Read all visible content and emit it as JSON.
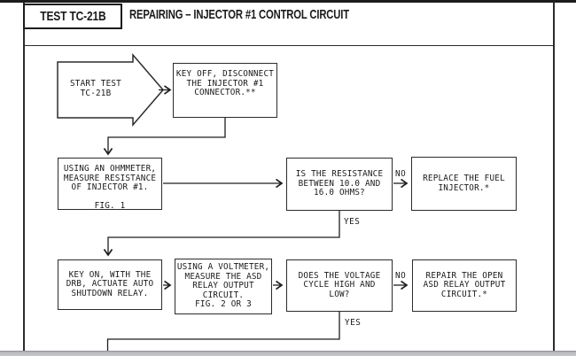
{
  "header": {
    "test_label": "TEST TC-21B",
    "title": "REPAIRING – INJECTOR #1 CONTROL CIRCUIT"
  },
  "flowchart": {
    "start": {
      "lines": [
        "START TEST",
        "TC-21B"
      ]
    },
    "key_off": {
      "lines": [
        "KEY OFF, DISCONNECT",
        "THE INJECTOR #1",
        "CONNECTOR.**"
      ]
    },
    "ohmmeter": {
      "lines": [
        "USING AN OHMMETER,",
        "MEASURE RESISTANCE",
        "OF INJECTOR #1.",
        "",
        "FIG. 1"
      ]
    },
    "resistance": {
      "lines": [
        "IS THE RESISTANCE",
        "BETWEEN 10.0 AND",
        "16.0 OHMS?"
      ]
    },
    "replace": {
      "lines": [
        "REPLACE THE FUEL",
        "INJECTOR.*"
      ]
    },
    "key_on": {
      "lines": [
        "KEY ON, WITH THE",
        "DRB, ACTUATE AUTO",
        "SHUTDOWN RELAY."
      ]
    },
    "voltmeter": {
      "lines": [
        "USING A VOLTMETER,",
        "MEASURE THE ASD",
        "RELAY OUTPUT",
        "CIRCUIT.",
        "FIG. 2 OR 3"
      ]
    },
    "voltage": {
      "lines": [
        "DOES THE VOLTAGE",
        "CYCLE HIGH AND",
        "LOW?"
      ]
    },
    "repair": {
      "lines": [
        "REPAIR THE OPEN",
        "ASD RELAY OUTPUT",
        "CIRCUIT.*"
      ]
    },
    "labels": {
      "no_resistance": "NO",
      "yes_resistance": "YES",
      "no_voltage": "NO",
      "yes_voltage": "YES"
    }
  },
  "colors": {
    "line": "#1f1f1f",
    "text": "#1a1a1a",
    "page_edge": "#c2c4c8"
  }
}
